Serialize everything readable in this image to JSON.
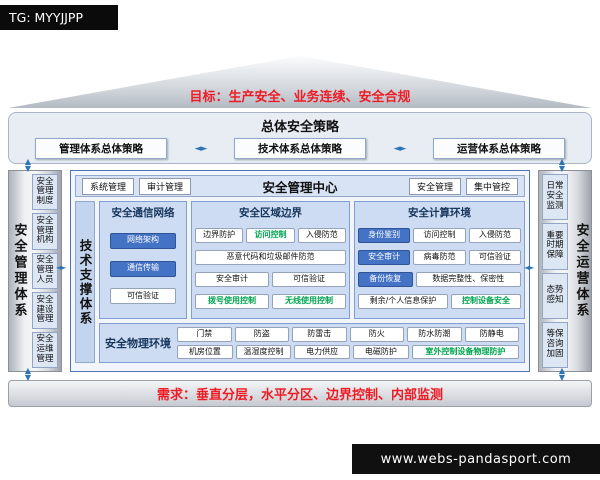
{
  "watermark": {
    "tag": "TG: MYYJJPP",
    "site": "www.webs-pandasport.com"
  },
  "goal": {
    "text": "目标：生产安全、业务连续、安全合规"
  },
  "strategy": {
    "title": "总体安全策略",
    "items": [
      "管理体系总体策略",
      "技术体系总体策略",
      "运营体系总体策略"
    ]
  },
  "left_pillar": {
    "title": "安全管理体系",
    "items": [
      "安全管理制度",
      "安全管理机构",
      "安全管理人员",
      "安全建设管理",
      "安全运维管理"
    ]
  },
  "right_pillar": {
    "title": "安全运营体系",
    "items": [
      "日常安全监测",
      "重要时期保障",
      "态势感知",
      "等保咨询加固"
    ]
  },
  "mgmt_center": {
    "title": "安全管理中心",
    "left_items": [
      "系统管理",
      "审计管理"
    ],
    "right_items": [
      "安全管理",
      "集中管控"
    ]
  },
  "tech_system": {
    "title": "技术支撑体系"
  },
  "columns": [
    {
      "title": "安全通信网络",
      "items": [
        {
          "label": "网络架构",
          "style": "blue"
        },
        {
          "label": "通信传输",
          "style": "blue"
        },
        {
          "label": "可信验证"
        }
      ]
    },
    {
      "title": "安全区域边界",
      "rows": [
        [
          "边界防护",
          {
            "label": "访问控制",
            "style": "green"
          },
          "入侵防范"
        ],
        [
          "恶意代码和垃圾邮件防范"
        ],
        [
          "安全审计",
          "可信验证"
        ],
        [
          {
            "label": "拨号使用控制",
            "style": "green"
          },
          {
            "label": "无线使用控制",
            "style": "green"
          }
        ]
      ]
    },
    {
      "title": "安全计算环境",
      "rows": [
        [
          {
            "label": "身份鉴别",
            "style": "blue"
          },
          "访问控制",
          "入侵防范"
        ],
        [
          {
            "label": "安全审计",
            "style": "blue"
          },
          "病毒防范",
          "可信验证"
        ],
        [
          {
            "label": "备份恢复",
            "style": "blue"
          },
          {
            "label": "数据完整性、保密性",
            "cls": "g2"
          }
        ],
        [
          {
            "label": "剩余/个人信息保护",
            "cls": "g13"
          },
          {
            "label": "控制设备安全",
            "style": "green"
          }
        ]
      ]
    }
  ],
  "physical": {
    "title": "安全物理环境",
    "row1": [
      "门禁",
      "防盗",
      "防雷击",
      "防火",
      "防水防潮",
      "防静电"
    ],
    "row2": [
      "机房位置",
      "温湿度控制",
      "电力供应",
      "电磁防护",
      {
        "label": "室外控制设备物理防护",
        "style": "green",
        "cls": "g2"
      }
    ]
  },
  "requirement": {
    "text": "需求：垂直分层，水平分区、边界控制、内部监测"
  },
  "icons": {
    "up": "▲",
    "down": "▼",
    "left": "◄",
    "right": "►"
  },
  "colors": {
    "accent_blue": "#4472c4",
    "green": "#00a551",
    "red": "#ee1c25",
    "arrow_blue": "#2e75b6"
  }
}
